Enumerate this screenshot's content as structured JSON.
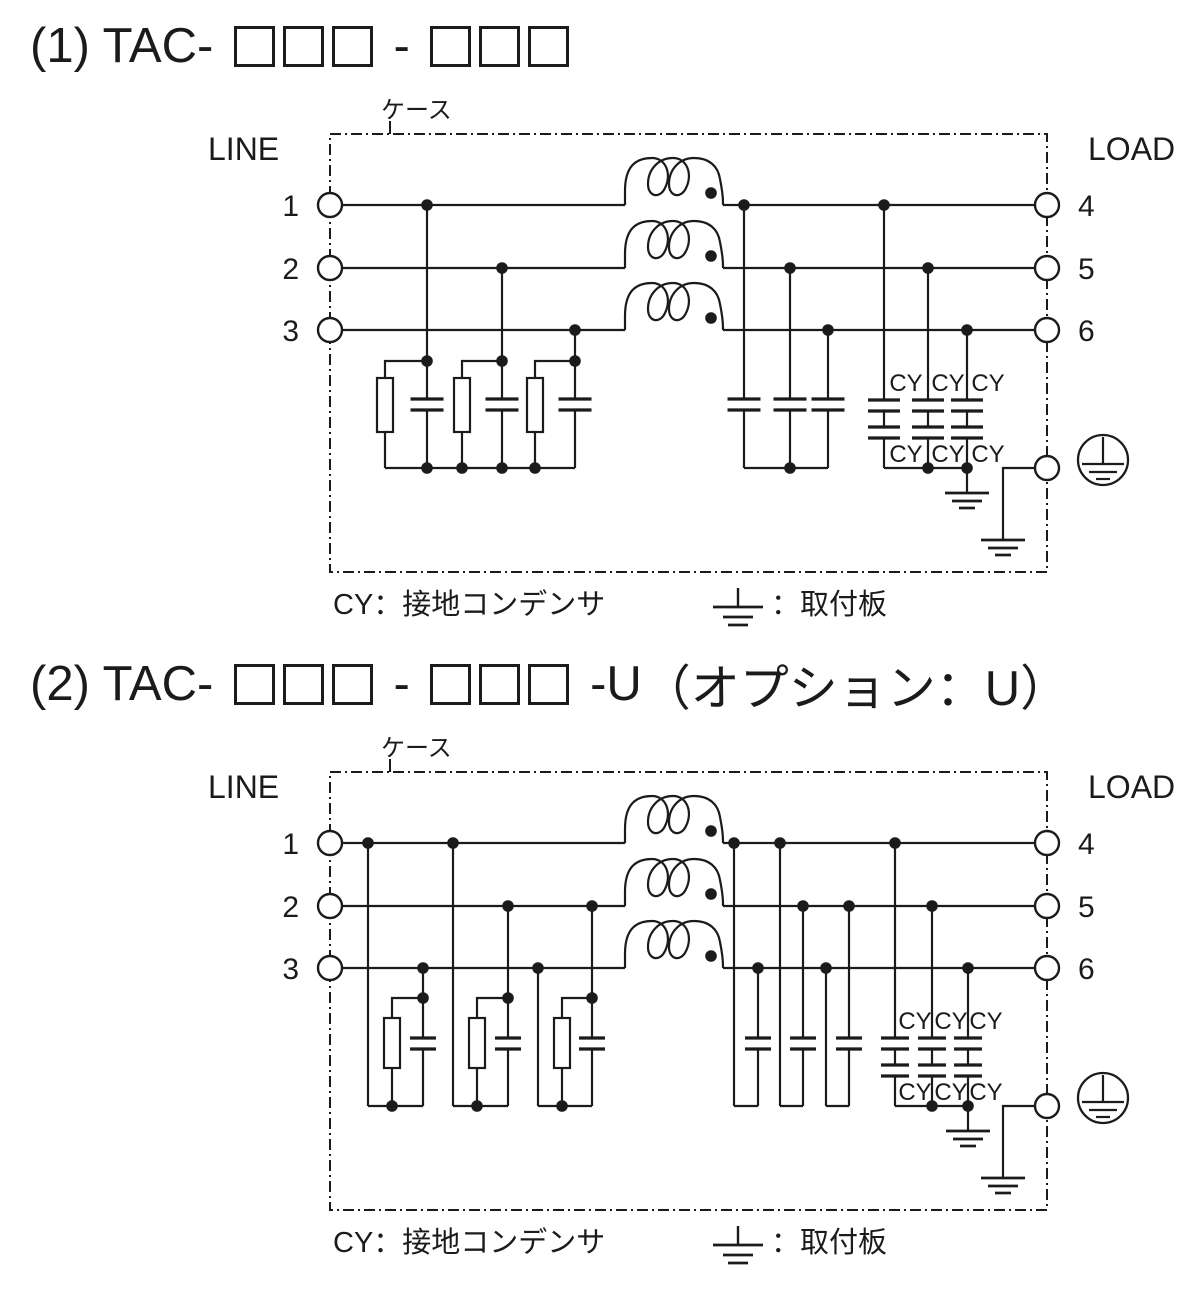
{
  "colors": {
    "ink": "#1b1b1b",
    "bg": "#ffffff"
  },
  "sections": [
    {
      "title": {
        "prefix": "(1) TAC- ",
        "boxes1": 3,
        "separator": " - ",
        "boxes2": 3,
        "suffix": "",
        "note": ""
      },
      "case_label": "ケース",
      "line_label": "LINE",
      "load_label": "LOAD",
      "line_terminals": [
        "1",
        "2",
        "3"
      ],
      "load_terminals": [
        "4",
        "5",
        "6"
      ],
      "cy_label": "CY",
      "legend": {
        "cy_definition": "CY：接地コンデンサ",
        "plate_definition": "：取付板"
      }
    },
    {
      "title": {
        "prefix": "(2) TAC- ",
        "boxes1": 3,
        "separator": " - ",
        "boxes2": 3,
        "suffix": " -U",
        "note": "（オプション：U）"
      },
      "case_label": "ケース",
      "line_label": "LINE",
      "load_label": "LOAD",
      "line_terminals": [
        "1",
        "2",
        "3"
      ],
      "load_terminals": [
        "4",
        "5",
        "6"
      ],
      "cy_label": "CY",
      "legend": {
        "cy_definition": "CY：接地コンデンサ",
        "plate_definition": "：取付板"
      }
    }
  ]
}
